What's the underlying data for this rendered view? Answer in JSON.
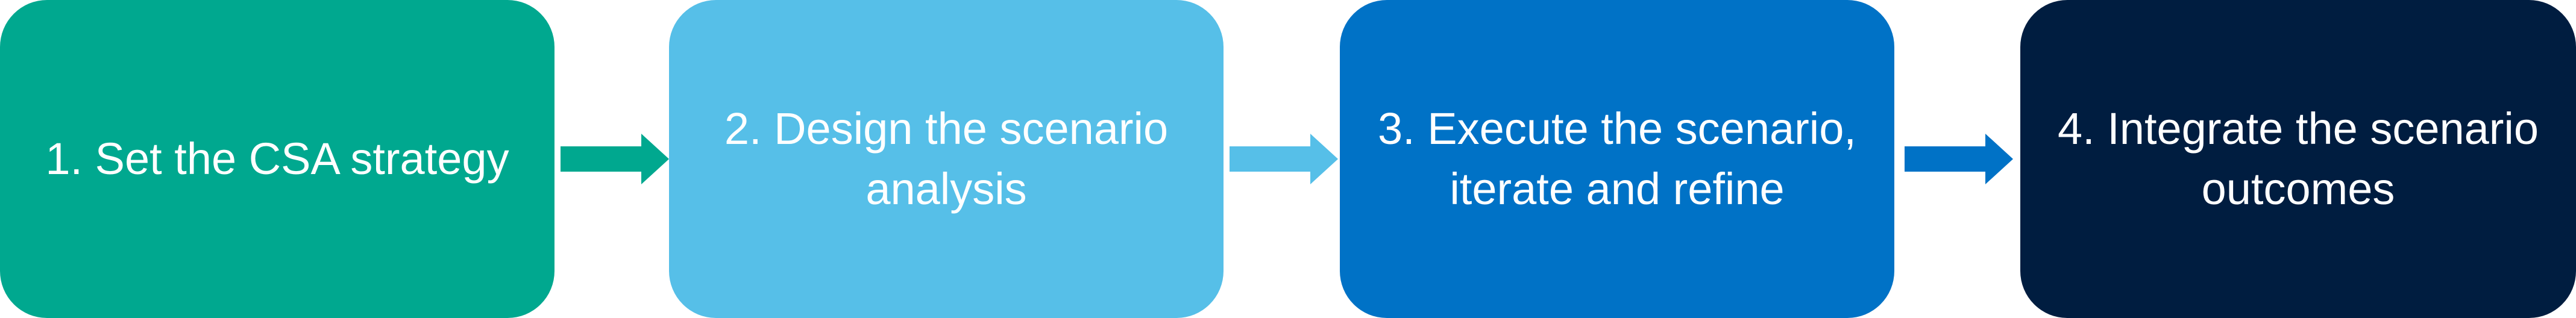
{
  "steps": [
    {
      "label": "1. Set the CSA strategy",
      "color": "#00A88F"
    },
    {
      "label": "2. Design the scenario analysis",
      "color": "#56BFE8"
    },
    {
      "label": "3. Execute the scenario, iterate and refine",
      "color": "#0072C6"
    },
    {
      "label": "4. Integrate the scenario outcomes",
      "color": "#001D40"
    }
  ],
  "arrows": [
    {
      "color": "#00A88F"
    },
    {
      "color": "#56BFE8"
    },
    {
      "color": "#0072C6"
    }
  ]
}
